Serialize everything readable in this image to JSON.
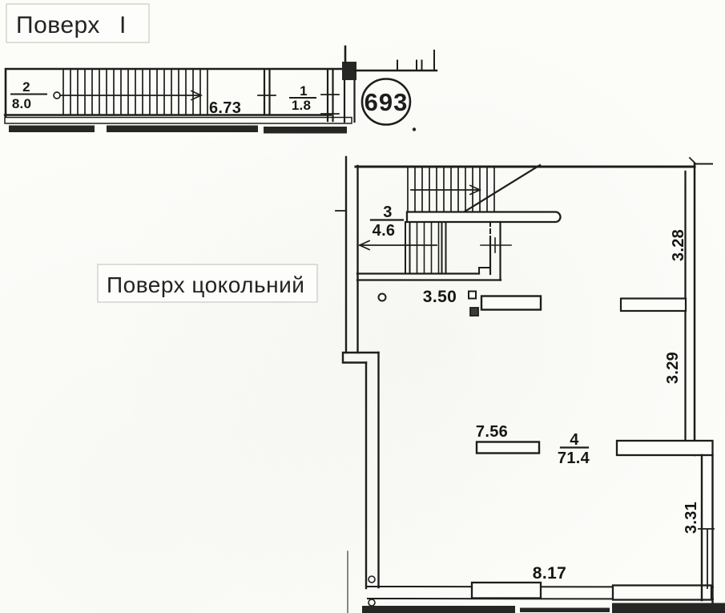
{
  "colors": {
    "paper": "#fcfcf9",
    "ink": "#1d1d1b"
  },
  "floor1": {
    "title": "Поверх",
    "title_numeral": "I",
    "unit_number": "693",
    "rooms": {
      "room2": {
        "number": "2",
        "area": "8.0"
      },
      "room1": {
        "number": "1",
        "area": "1.8"
      }
    },
    "dims": {
      "stair_run": "6.73"
    }
  },
  "basement": {
    "title": "Поверх цокольний",
    "rooms": {
      "room3": {
        "number": "3",
        "area": "4.6"
      },
      "room4": {
        "number": "4",
        "area": "71.4"
      }
    },
    "dims": {
      "entry_width": "3.50",
      "counter_length": "7.56",
      "bottom_width": "8.17",
      "right_upper": "3.28",
      "right_middle": "3.29",
      "right_lower": "3.31"
    }
  }
}
